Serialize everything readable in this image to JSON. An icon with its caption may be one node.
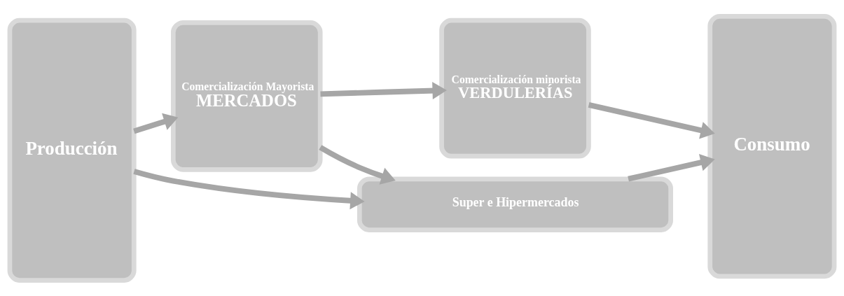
{
  "diagram": {
    "nodes": [
      {
        "text": [
          "Producción"
        ]
      },
      {
        "text": [
          "Comercialización Mayorista",
          "MERCADOS"
        ]
      },
      {
        "text": [
          "Comercialización minorista",
          "VERDULERÍAS"
        ]
      },
      {
        "text": [
          "Consumo"
        ]
      },
      {
        "text": [
          "Super e Hipermercados"
        ]
      }
    ],
    "edges": [
      {
        "from": 0,
        "to": 1,
        "arrow": "to"
      },
      {
        "from": 1,
        "to": 2,
        "arrow": "to"
      },
      {
        "from": 2,
        "to": 3,
        "arrow": "to"
      },
      {
        "from": 1,
        "to": 4,
        "arrow": "to"
      },
      {
        "from": 0,
        "to": 4,
        "arrow": "to"
      },
      {
        "from": 4,
        "to": 3,
        "arrow": "to"
      }
    ]
  }
}
